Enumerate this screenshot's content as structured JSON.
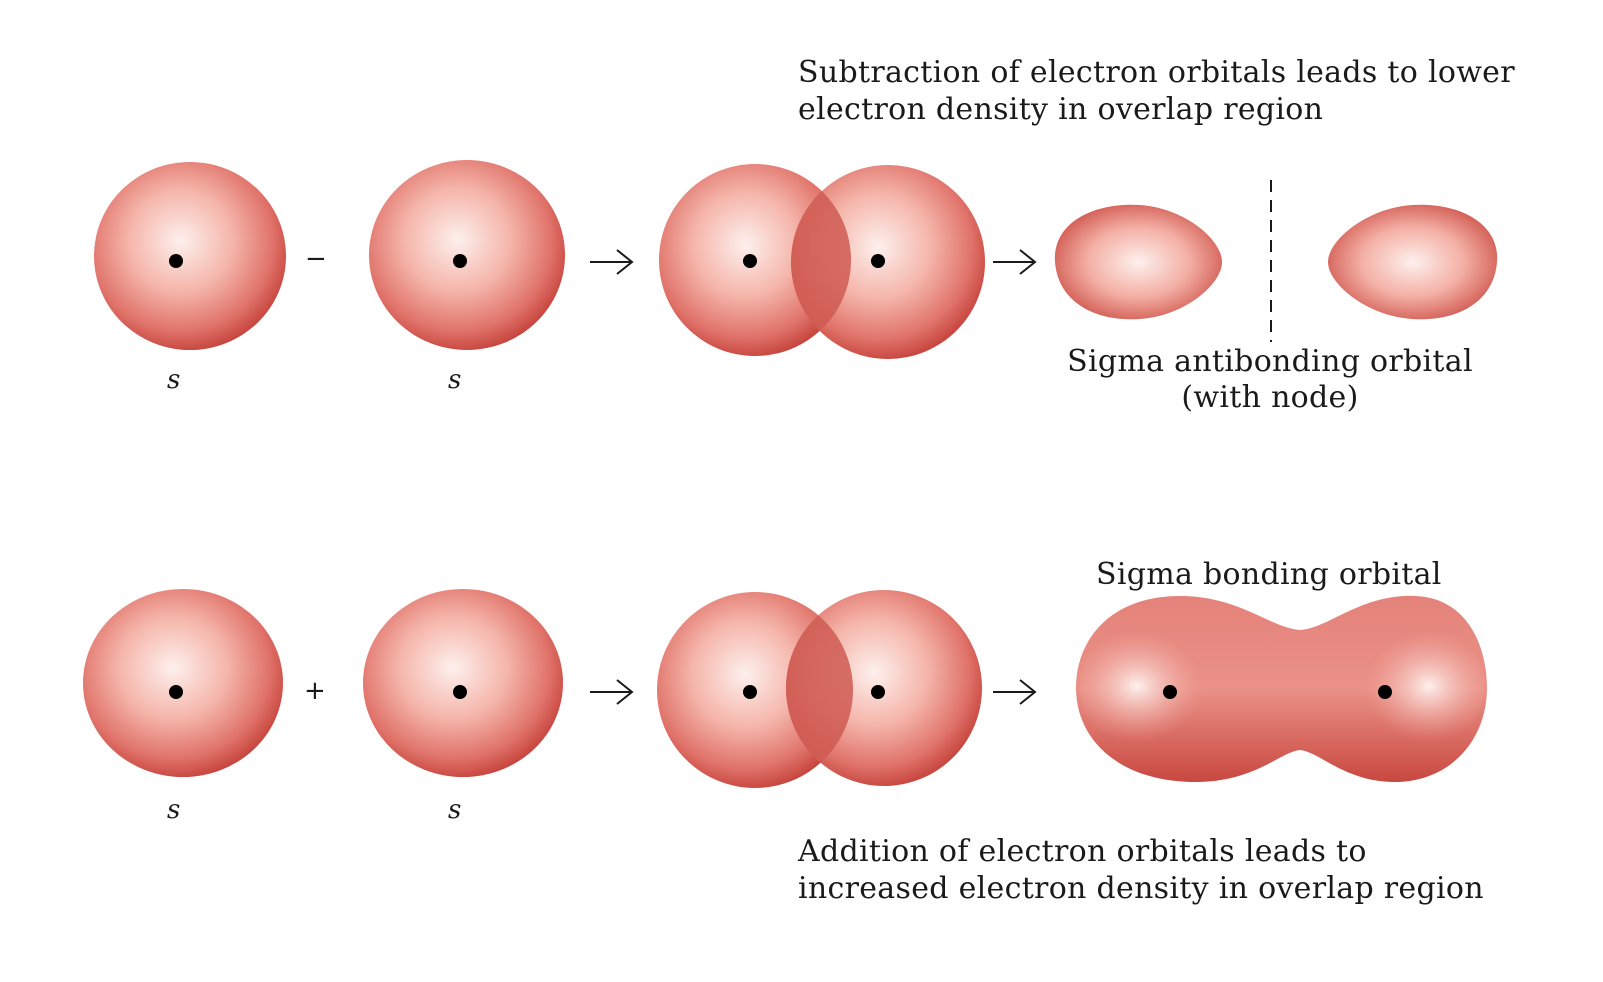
{
  "top": {
    "caption_line1": "Subtraction of electron orbitals leads to lower",
    "caption_line2": "electron density in overlap region",
    "s_label_1": "s",
    "s_label_2": "s",
    "operator": "−",
    "result_line1": "Sigma antibonding orbital",
    "result_line2": "(with node)"
  },
  "bottom": {
    "result_label": "Sigma bonding orbital",
    "s_label_1": "s",
    "s_label_2": "s",
    "operator": "+",
    "caption_line1": "Addition of electron orbitals leads to",
    "caption_line2": "increased electron density in overlap region"
  },
  "colors": {
    "orbital_center": "#fbe7e3",
    "orbital_mid": "#ef9a8d",
    "orbital_edge": "#c9453d",
    "overlap": "#cf5a52",
    "nucleus": "#000000",
    "text": "#1a1a1a"
  }
}
